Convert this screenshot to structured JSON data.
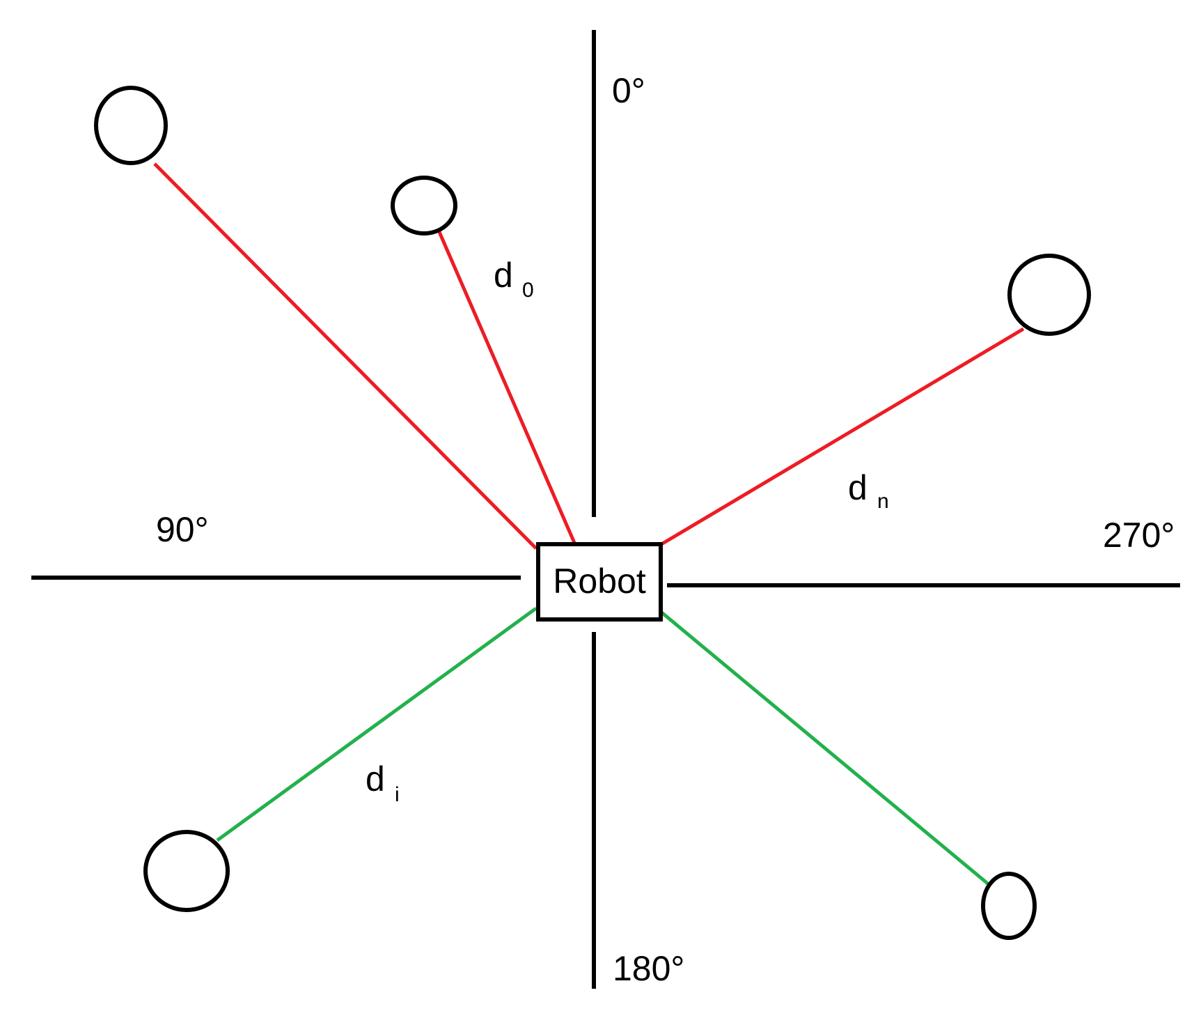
{
  "colors": {
    "axis": "#000000",
    "red_link": "#ed1c24",
    "green_link": "#22b14c",
    "outline": "#000000"
  },
  "robot": {
    "label": "Robot"
  },
  "axes": {
    "top": "0°",
    "left": "90°",
    "right": "270°",
    "bottom": "180°"
  },
  "distances": {
    "d0": {
      "letter": "d",
      "sub": "0"
    },
    "dn": {
      "letter": "d",
      "sub": "n"
    },
    "di": {
      "letter": "d",
      "sub": "i"
    }
  }
}
